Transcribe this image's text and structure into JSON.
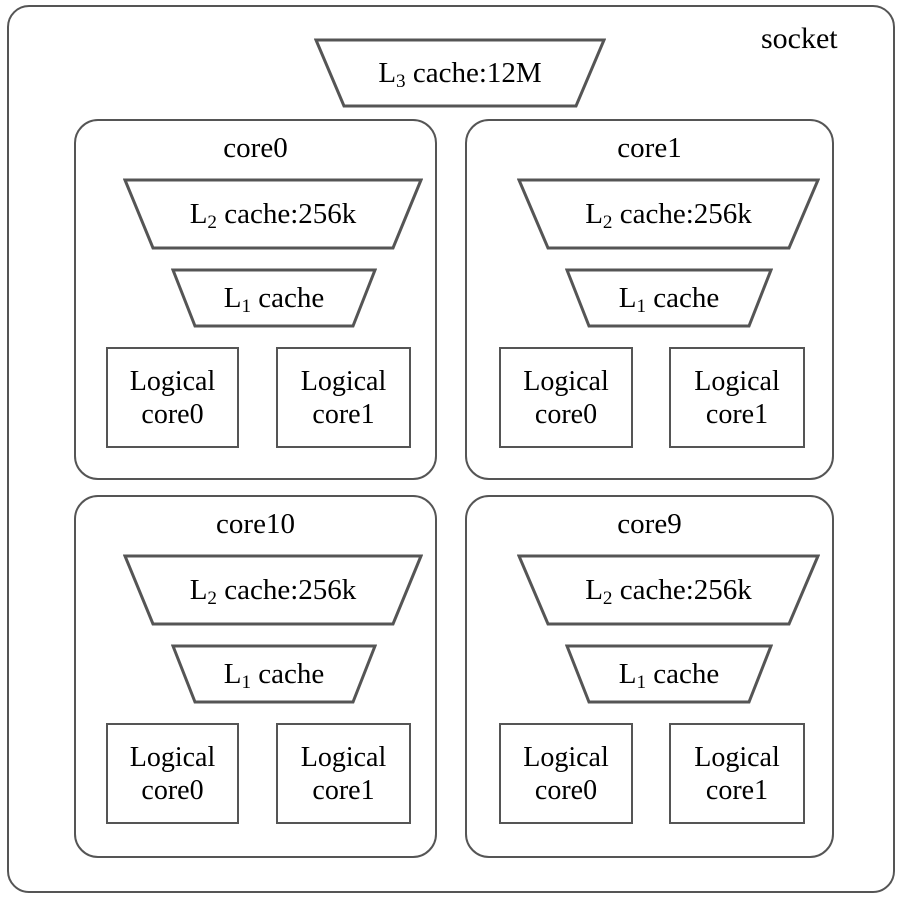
{
  "diagram": {
    "title": "socket",
    "socket_label": "socket",
    "l3_cache": {
      "prefix": "L",
      "level": "3",
      "suffix": " cache:12M",
      "full_text": "L3 cache:12M"
    },
    "cores": [
      {
        "name": "core0",
        "l2_cache": {
          "prefix": "L",
          "level": "2",
          "suffix": " cache:256k",
          "full_text": "L2 cache:256k"
        },
        "l1_cache": {
          "prefix": "L",
          "level": "1",
          "suffix": " cache",
          "full_text": "L1 cache"
        },
        "logical_cores": [
          {
            "line1": "Logical",
            "line2": "core0"
          },
          {
            "line1": "Logical",
            "line2": "core1"
          }
        ]
      },
      {
        "name": "core1",
        "l2_cache": {
          "prefix": "L",
          "level": "2",
          "suffix": " cache:256k",
          "full_text": "L2 cache:256k"
        },
        "l1_cache": {
          "prefix": "L",
          "level": "1",
          "suffix": " cache",
          "full_text": "L1 cache"
        },
        "logical_cores": [
          {
            "line1": "Logical",
            "line2": "core0"
          },
          {
            "line1": "Logical",
            "line2": "core1"
          }
        ]
      },
      {
        "name": "core10",
        "l2_cache": {
          "prefix": "L",
          "level": "2",
          "suffix": " cache:256k",
          "full_text": "L2 cache:256k"
        },
        "l1_cache": {
          "prefix": "L",
          "level": "1",
          "suffix": " cache",
          "full_text": "L1 cache"
        },
        "logical_cores": [
          {
            "line1": "Logical",
            "line2": "core0"
          },
          {
            "line1": "Logical",
            "line2": "core1"
          }
        ]
      },
      {
        "name": "core9",
        "l2_cache": {
          "prefix": "L",
          "level": "2",
          "suffix": " cache:256k",
          "full_text": "L2 cache:256k"
        },
        "l1_cache": {
          "prefix": "L",
          "level": "1",
          "suffix": " cache",
          "full_text": "L1 cache"
        },
        "logical_cores": [
          {
            "line1": "Logical",
            "line2": "core0"
          },
          {
            "line1": "Logical",
            "line2": "core1"
          }
        ]
      }
    ],
    "colors": {
      "stroke": "#555555",
      "background": "#ffffff",
      "text": "#000000"
    }
  }
}
